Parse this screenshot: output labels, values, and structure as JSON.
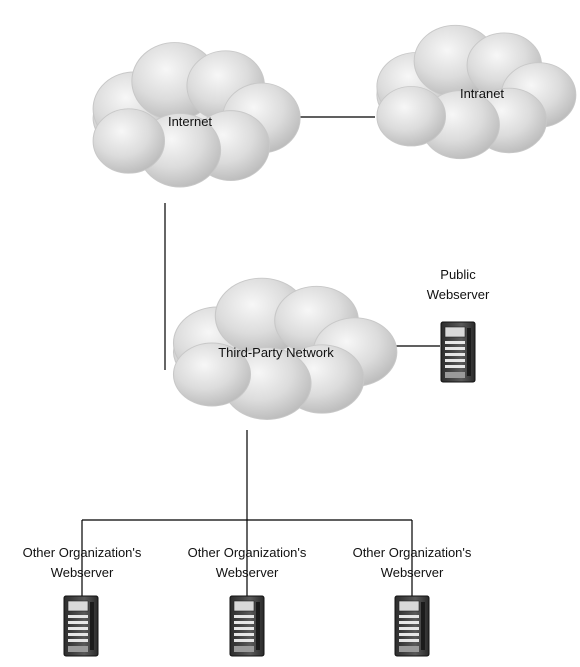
{
  "clouds": {
    "internet": {
      "label": "Internet"
    },
    "intranet": {
      "label": "Intranet"
    },
    "third_party": {
      "label": "Third-Party Network"
    }
  },
  "servers": {
    "public": {
      "label_line1": "Public",
      "label_line2": "Webserver"
    },
    "org_1": {
      "label_line1": "Other Organization's",
      "label_line2": "Webserver"
    },
    "org_2": {
      "label_line1": "Other Organization's",
      "label_line2": "Webserver"
    },
    "org_3": {
      "label_line1": "Other Organization's",
      "label_line2": "Webserver"
    }
  },
  "colors": {
    "cloud_light": "#f2f2f2",
    "cloud_mid": "#d6d6d6",
    "cloud_dark": "#bdbdbd",
    "server_dark": "#3a3a3a",
    "server_light": "#cfcfcf"
  }
}
